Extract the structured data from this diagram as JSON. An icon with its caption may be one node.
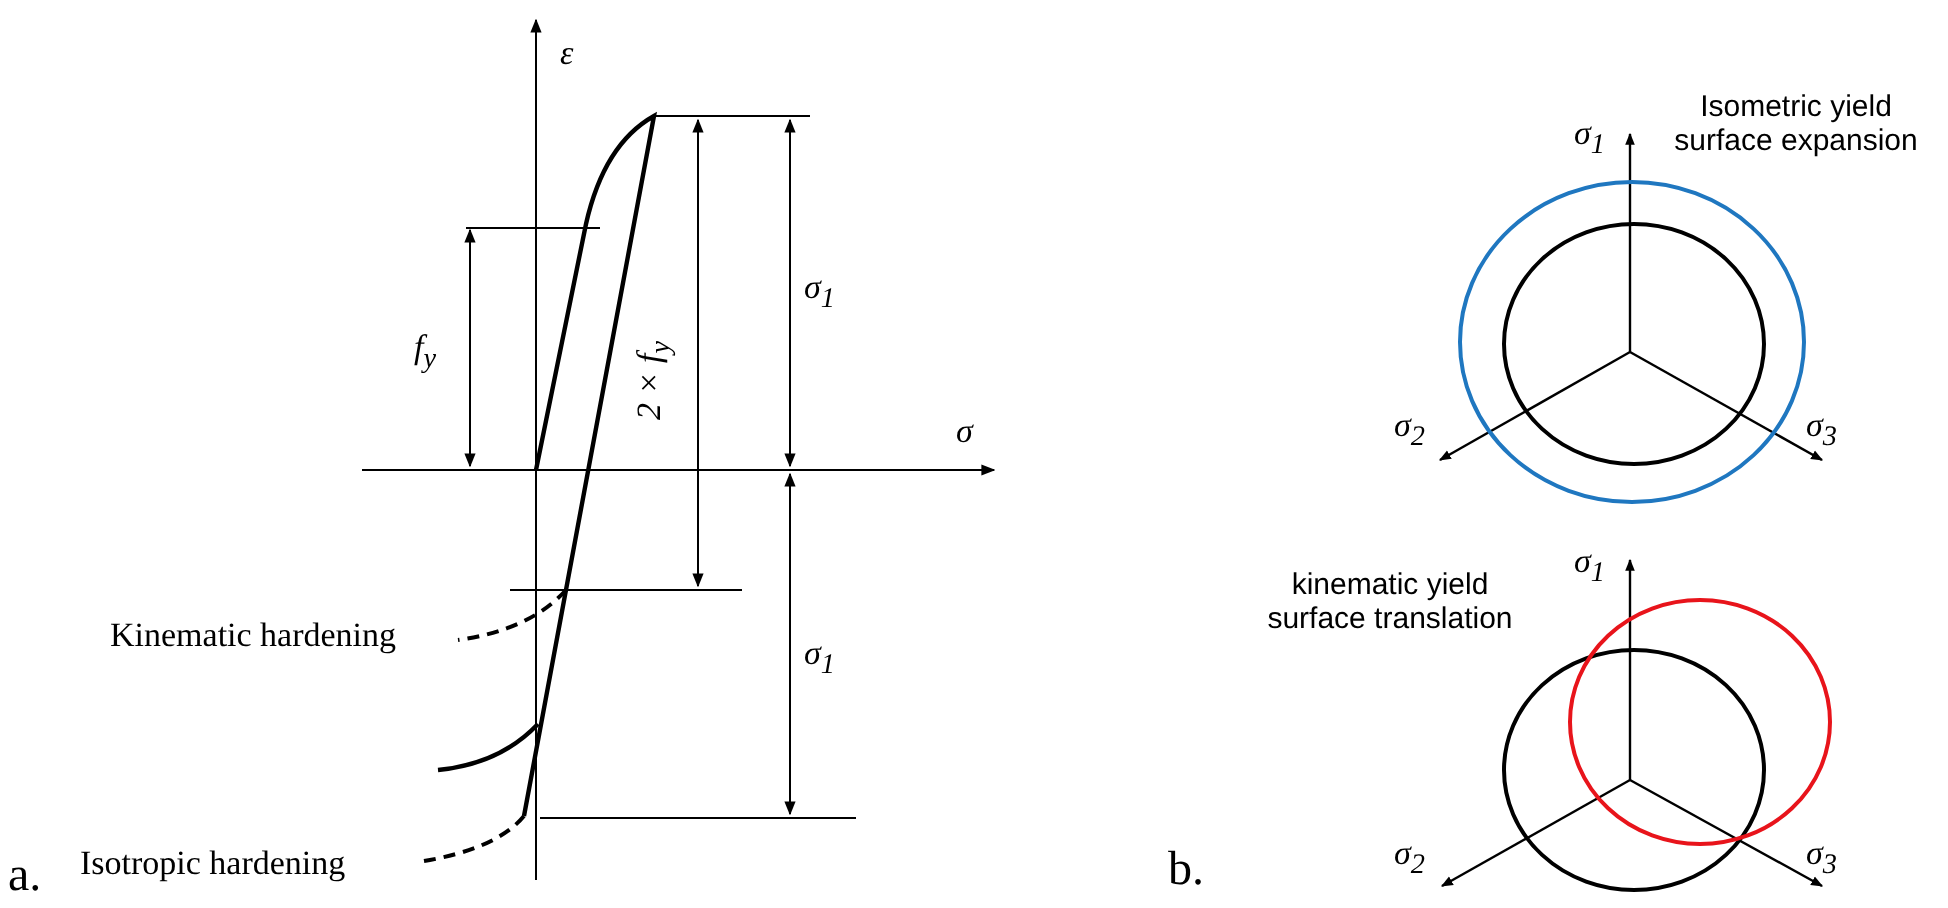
{
  "diagram": {
    "labels": [
      "ε",
      "σ",
      "*f*$_{y}$",
      "2 × *f*$_{y}$",
      "σ$_{1}$",
      "σ$_{1}$",
      "Kinematic hardening",
      "Isotropic hardening",
      "a.",
      "σ$_{1}$",
      "Isometric yield surface expansion",
      "σ$_{2}$",
      "σ$_{3}$",
      "σ$_{1}$",
      "kinematic yield surface translation",
      "σ$_{2}$",
      "σ$_{3}$",
      "b."
    ]
  }
}
